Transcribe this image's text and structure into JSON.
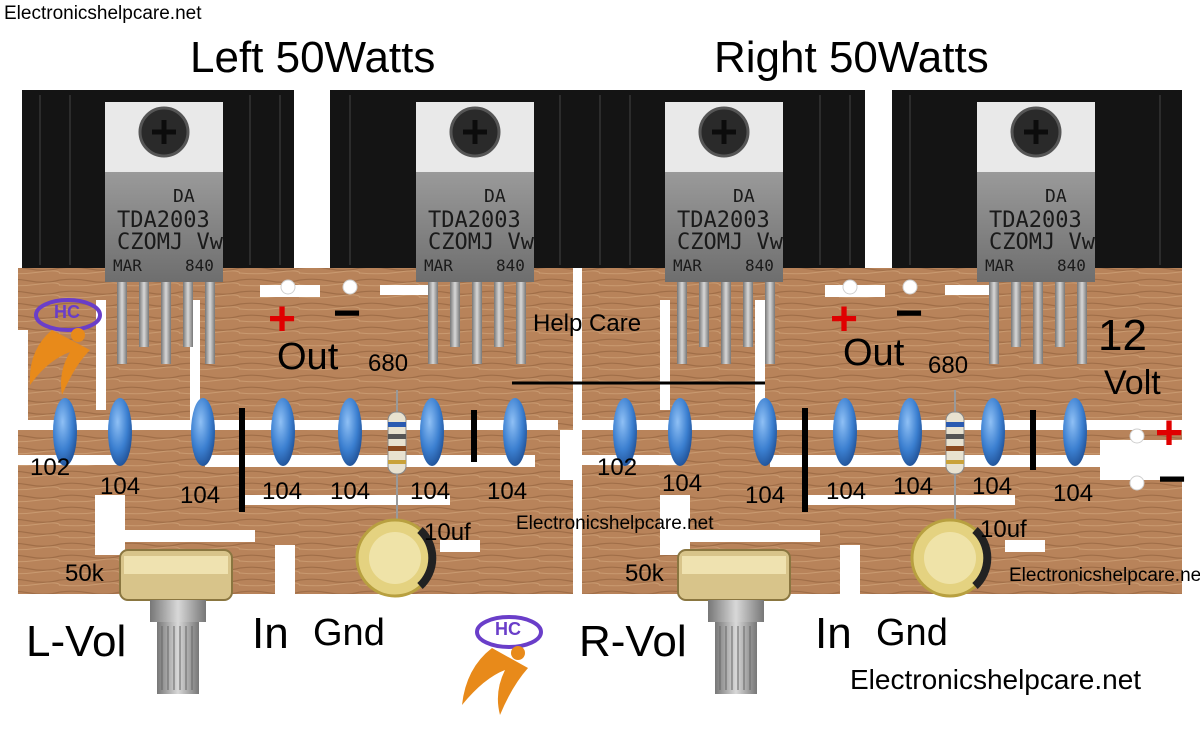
{
  "colors": {
    "board": "#b8835a",
    "board_dark": "#8f5f3c",
    "copper": "#ffffff",
    "heatsink": "#141414",
    "ic_body": "#8a8a8a",
    "capacitor": "#3b7fd0",
    "plus_red": "#e00000",
    "logo_orange": "#e88a1a",
    "logo_purple": "#6a3ec9"
  },
  "header": {
    "site_top": "Electronicshelpcare.net",
    "left_title": "Left 50Watts",
    "right_title": "Right 50Watts"
  },
  "ic": {
    "logo_line": "DA",
    "part": "TDA2003",
    "code": "CZOMJ Vw",
    "mar": "MAR",
    "num": "840"
  },
  "left": {
    "plus": "+",
    "minus": "−",
    "out": "Out",
    "resistor": "680",
    "c102": "102",
    "c104_a": "104",
    "c104_b": "104",
    "c104_c": "104",
    "c104_d": "104",
    "c104_e": "104",
    "c104_f": "104",
    "pot": "50k",
    "cap10": "10uf",
    "vol": "L-Vol",
    "in": "In",
    "gnd": "Gnd"
  },
  "right": {
    "plus": "+",
    "minus": "−",
    "out": "Out",
    "resistor": "680",
    "c102": "102",
    "c104_a": "104",
    "c104_b": "104",
    "c104_c": "104",
    "c104_d": "104",
    "c104_e": "104",
    "c104_f": "104",
    "pot": "50k",
    "cap10": "10uf",
    "vol": "R-Vol",
    "in": "In",
    "gnd": "Gnd"
  },
  "power": {
    "value": "12",
    "unit": "Volt",
    "plus": "+",
    "minus": "−"
  },
  "bridge_label": "Help Care",
  "logo_text": "HC",
  "watermarks": {
    "center": "Electronicshelpcare.net",
    "right_board": "Electronicshelpcare.net",
    "bottom": "Electronicshelpcare.net"
  }
}
